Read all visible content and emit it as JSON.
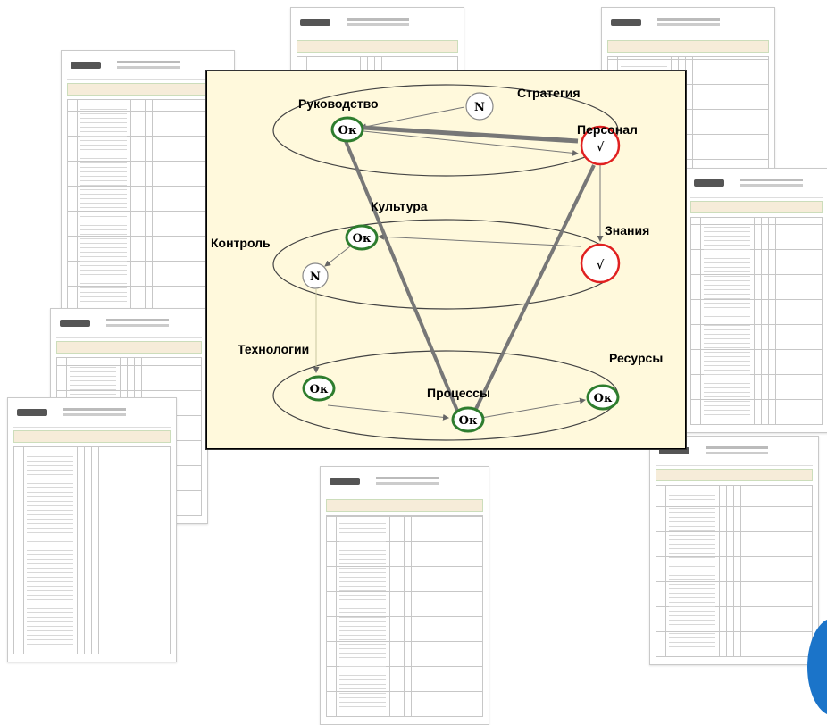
{
  "diagram": {
    "title": "",
    "colors": {
      "panel_bg": "#fff9dc",
      "ok_ring": "#2e7d2e",
      "check_ring": "#e02020",
      "neutral_ring": "#777777"
    },
    "groups": [
      {
        "id": "g1",
        "labels": [
          "Руководство",
          "Стратегия",
          "Персонал"
        ]
      },
      {
        "id": "g2",
        "labels": [
          "Культура",
          "Контроль",
          "Знания"
        ]
      },
      {
        "id": "g3",
        "labels": [
          "Технологии",
          "Процессы",
          "Ресурсы"
        ]
      }
    ],
    "labels": {
      "rukovodstvo": "Руководство",
      "strategiya": "Стратегия",
      "personal": "Персонал",
      "kultura": "Культура",
      "kontrol": "Контроль",
      "znaniya": "Знания",
      "tekhnologii": "Технологии",
      "protsessy": "Процессы",
      "resursy": "Ресурсы"
    },
    "nodes": [
      {
        "id": "n_ruk",
        "text": "Ок",
        "status": "ok"
      },
      {
        "id": "n_str",
        "text": "N",
        "status": "neutral"
      },
      {
        "id": "n_per",
        "text": "√",
        "status": "check"
      },
      {
        "id": "n_kul",
        "text": "Ок",
        "status": "ok"
      },
      {
        "id": "n_kon",
        "text": "N",
        "status": "neutral"
      },
      {
        "id": "n_zna",
        "text": "√",
        "status": "check"
      },
      {
        "id": "n_tek",
        "text": "Ок",
        "status": "ok"
      },
      {
        "id": "n_pro",
        "text": "Ок",
        "status": "ok"
      },
      {
        "id": "n_res",
        "text": "Ок",
        "status": "ok"
      }
    ]
  }
}
